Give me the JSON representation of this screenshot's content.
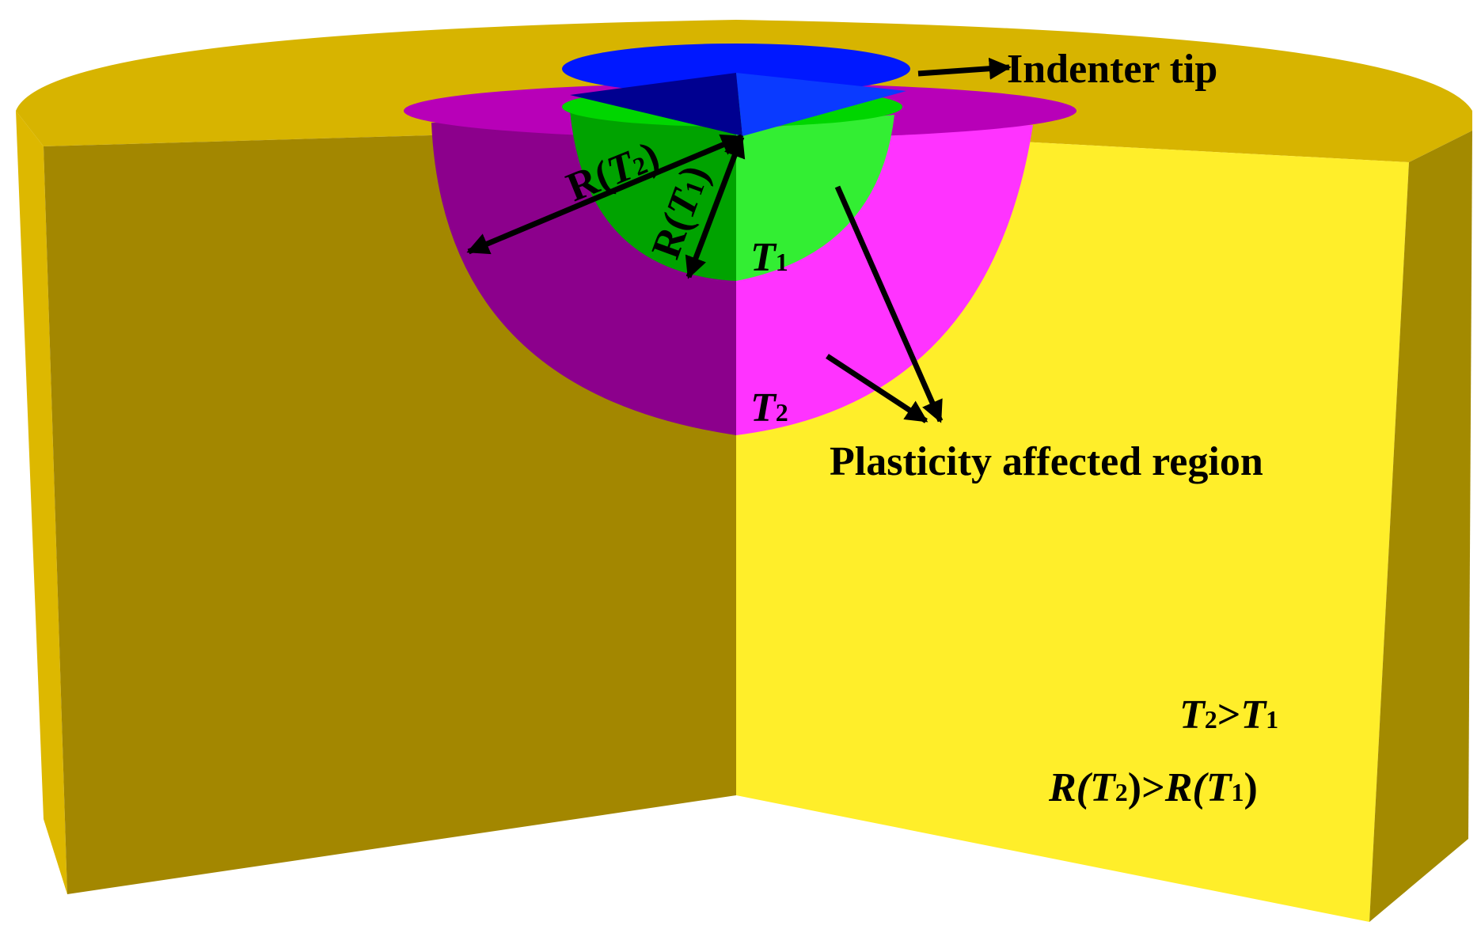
{
  "labels": {
    "indenter_tip": "Indenter tip",
    "plasticity_region": "Plasticity affected region",
    "r_t2": {
      "r": "R(",
      "t": "T",
      "sub": "2",
      "close": ")"
    },
    "r_t1": {
      "r": "R(",
      "t": "T",
      "sub": "1",
      "close": ")"
    },
    "t1": {
      "t": "T",
      "sub": "1"
    },
    "t2": {
      "t": "T",
      "sub": "2"
    },
    "relation_temperature": {
      "a": "T",
      "a_sub": "2",
      "op": ">",
      "b": "T",
      "b_sub": "1"
    },
    "relation_radius": {
      "r1": "R(",
      "a": "T",
      "a_sub": "2",
      "mid": ")>",
      "r2": "R(",
      "b": "T",
      "b_sub": "1",
      "close": ")"
    }
  },
  "colors": {
    "top_face": "#D7B400",
    "left_face": "#A38700",
    "right_face": "#FFEE2A",
    "outer_left_side": "#DDB800",
    "outer_right_side": "#A38A00",
    "plastic_t2_front": "#FF33FF",
    "plastic_t2_back": "#8C008C",
    "plastic_t2_top": "#B800B8",
    "plastic_t1_front": "#33EE33",
    "plastic_t1_back": "#00A300",
    "plastic_t1_top": "#00D600",
    "indenter_top": "#0018FF",
    "indenter_dark": "#000090",
    "indenter_face": "#0A3AFF"
  }
}
